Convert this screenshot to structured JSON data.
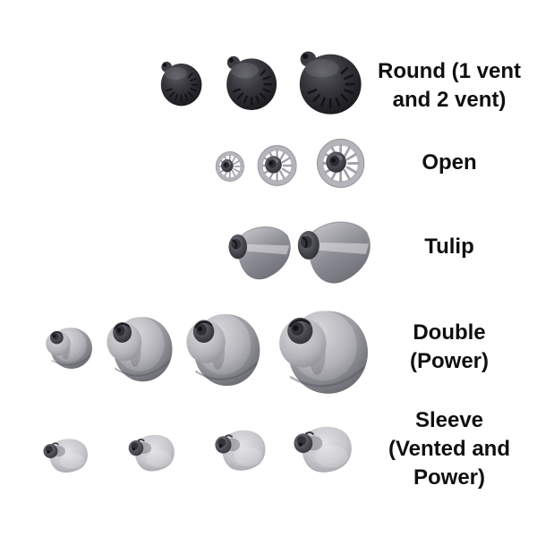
{
  "page": {
    "background_color": "#ffffff",
    "text_color": "#0f0f0f",
    "description": "Hearing aid dome types size comparison"
  },
  "rows": [
    {
      "label": "Round (1 vent\nand 2 vent)",
      "icon": "round-dome",
      "item_count": 3,
      "item_sizes": [
        "small",
        "medium",
        "large"
      ],
      "dome_color": "#2e2e34"
    },
    {
      "label": "Open",
      "icon": "open-dome",
      "item_count": 3,
      "item_sizes": [
        "small",
        "medium",
        "large"
      ],
      "dome_color": "#b4b4ba"
    },
    {
      "label": "Tulip",
      "icon": "tulip-dome",
      "item_count": 2,
      "item_sizes": [
        "medium",
        "large"
      ],
      "dome_color": "#9b9ba2"
    },
    {
      "label": "Double\n(Power)",
      "icon": "double-dome",
      "item_count": 4,
      "item_sizes": [
        "small",
        "medium",
        "large",
        "x-large"
      ],
      "dome_color": "#a5a5ac"
    },
    {
      "label": "Sleeve\n(Vented and\nPower)",
      "icon": "sleeve-dome",
      "item_count": 4,
      "item_sizes": [
        "small",
        "medium",
        "large",
        "x-large"
      ],
      "dome_color": "#c6c6cb"
    }
  ]
}
